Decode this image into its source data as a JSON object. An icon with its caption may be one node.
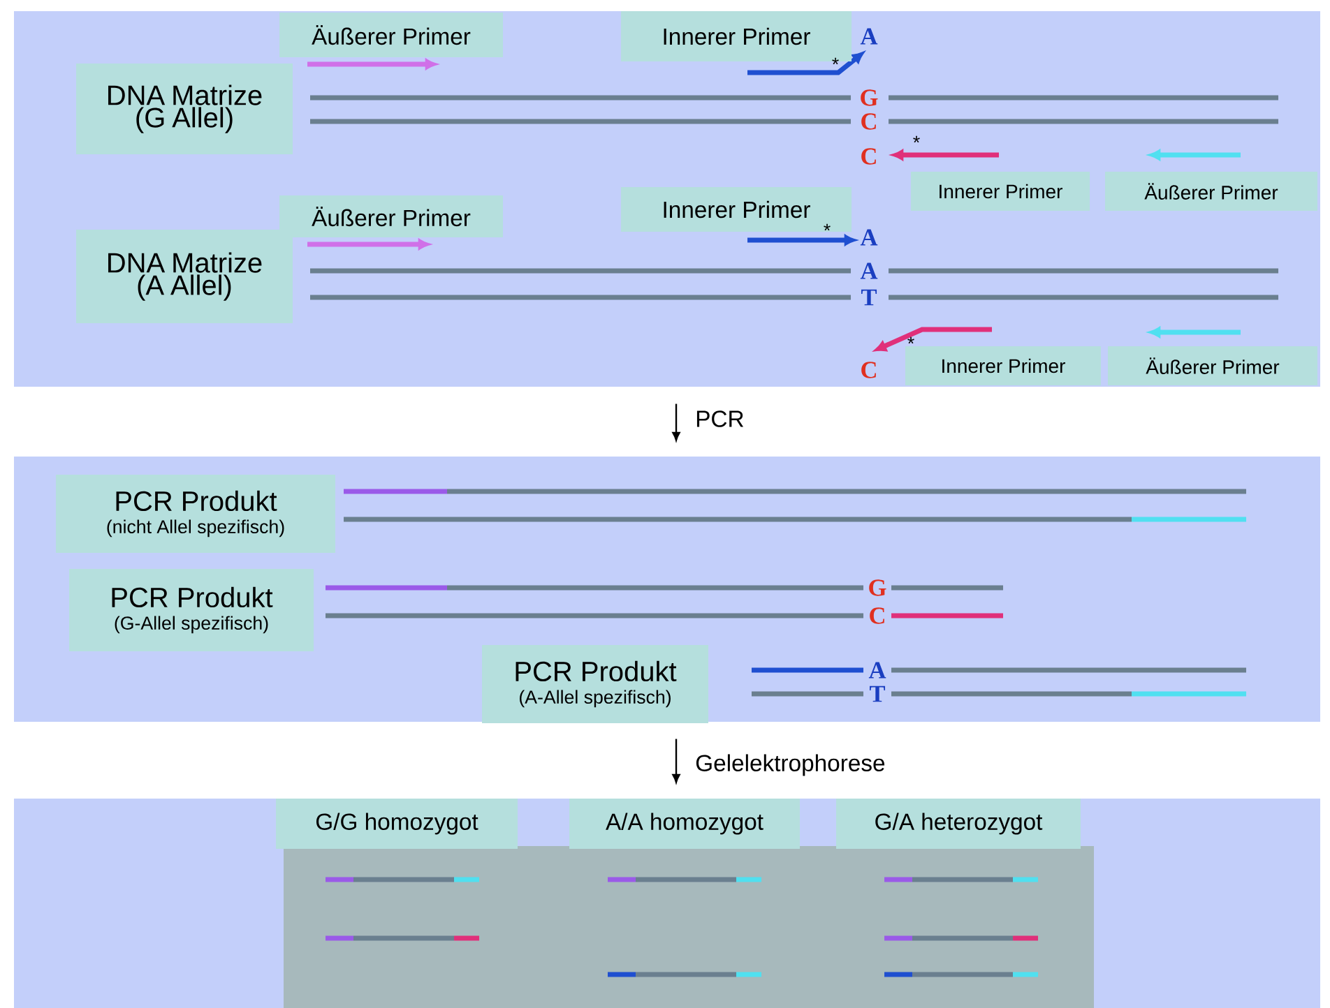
{
  "diagram": {
    "nodes": [
      {
        "text": [],
        "shape": "box"
      },
      {
        "text": [
          "DNA Matrize (G Allel)"
        ],
        "in": 0
      },
      {
        "text": [
          "Äußerer Primer"
        ],
        "in": 0
      },
      {
        "text": [
          "Innerer Primer"
        ],
        "in": 0
      },
      {
        "text": [
          "Innerer Primer"
        ],
        "in": 0
      },
      {
        "text": [
          "Äußerer Primer"
        ],
        "in": 0
      },
      {
        "text": [
          "DNA Matrize (A Allel)"
        ],
        "in": 0
      },
      {
        "text": [
          "Äußerer Primer"
        ],
        "in": 0
      },
      {
        "text": [
          "Innerer Primer"
        ],
        "in": 0
      },
      {
        "text": [
          "Innerer Primer"
        ],
        "in": 0
      },
      {
        "text": [
          "Äußerer Primer"
        ],
        "in": 0
      },
      {
        "text": [],
        "shape": "box"
      },
      {
        "text": [
          "PCR Produkt",
          "(nicht Allel spezifisch)"
        ],
        "in": 11
      },
      {
        "text": [
          "PCR Produkt",
          "(G-Allel spezifisch)"
        ],
        "in": 11
      },
      {
        "text": [
          "PCR Produkt",
          "(A-Allel spezifisch)"
        ],
        "in": 11
      },
      {
        "text": [],
        "shape": "box"
      },
      {
        "text": [],
        "shape": "box",
        "in": 15
      },
      {
        "text": [
          "G/G homozygot"
        ],
        "in": 15
      },
      {
        "text": [
          "A/A homozygot"
        ],
        "in": 15
      },
      {
        "text": [
          "G/A heterozygot"
        ],
        "in": 15
      }
    ],
    "edges": [
      {
        "from": 0,
        "to": 11,
        "arrow": "to",
        "label": "PCR"
      },
      {
        "from": 11,
        "to": 15,
        "arrow": "to",
        "label": "Gelelektrophorese"
      }
    ],
    "labels": [
      "A",
      "*",
      "G",
      "C",
      "*",
      "C",
      "*",
      "A",
      "A",
      "T",
      "*",
      "C",
      "G",
      "C",
      "A",
      "T"
    ]
  }
}
